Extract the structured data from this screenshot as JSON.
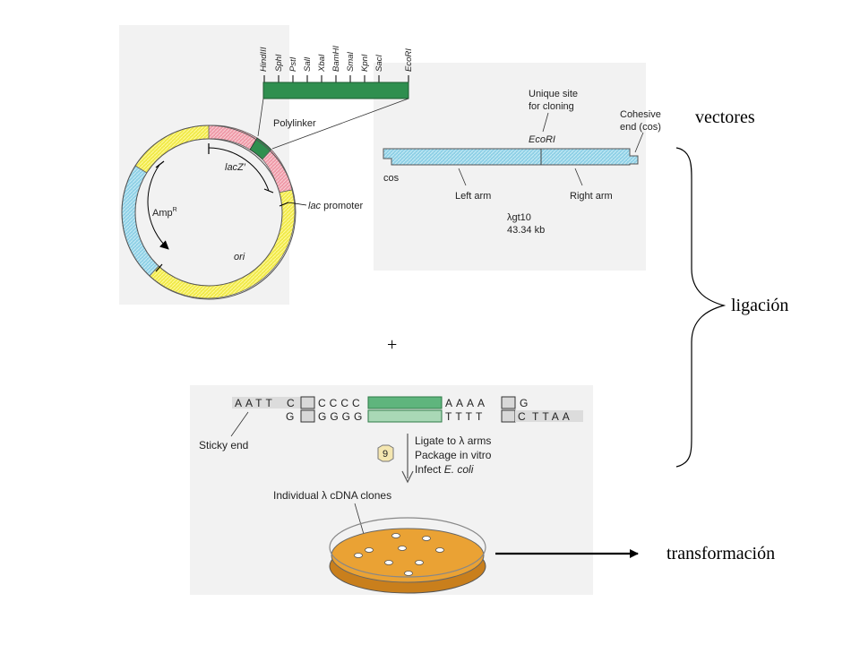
{
  "plasmid": {
    "polylinker_sites": [
      "HindIII",
      "SphI",
      "PstI",
      "SalI",
      "XbaI",
      "BamHI",
      "SmaI",
      "KpnI",
      "SacI",
      "EcoRI"
    ],
    "polylinker_label": "Polylinker",
    "lacz_label": "lacZ′",
    "lac_promoter_label": "lac promoter",
    "ampr_label": "Amp",
    "ampr_superscript": "R",
    "ori_label": "ori"
  },
  "lambda": {
    "unique_site_label_1": "Unique site",
    "unique_site_label_2": "for cloning",
    "ecori_label": "EcoRI",
    "cohesive_label_1": "Cohesive",
    "cohesive_label_2": "end (cos)",
    "cos_label": "cos",
    "left_arm_label": "Left arm",
    "right_arm_label": "Right arm",
    "vector_name": "λgt10",
    "vector_size": "43.34 kb"
  },
  "plus_sign": "+",
  "cdna": {
    "top_sticky": "AATT",
    "top_c": "C",
    "top_cccc": "CCCC",
    "top_aaaa": "AAAA",
    "top_g": "G",
    "bottom_g": "G",
    "bottom_gggg": "GGGG",
    "bottom_tttt": "TTTT",
    "bottom_c": "C",
    "bottom_sticky": "TTAA",
    "sticky_end_label": "Sticky end",
    "step_number": "9",
    "step_line_1": "Ligate to λ arms",
    "step_line_2": "Package in vitro",
    "step_line_3": "Infect E. coli",
    "clones_label": "Individual λ cDNA clones"
  },
  "labels": {
    "vectores": "vectores",
    "ligacion": "ligación",
    "transformacion": "transformación"
  },
  "colors": {
    "pink_sticky": "#e03a7a",
    "plasmid_yellow": "#f1ea4a",
    "plasmid_blue": "#8fd0e6",
    "plasmid_pink": "#ef9aa8",
    "polylinker_green": "#2f8f4f",
    "petri_orange": "#e8a030"
  }
}
